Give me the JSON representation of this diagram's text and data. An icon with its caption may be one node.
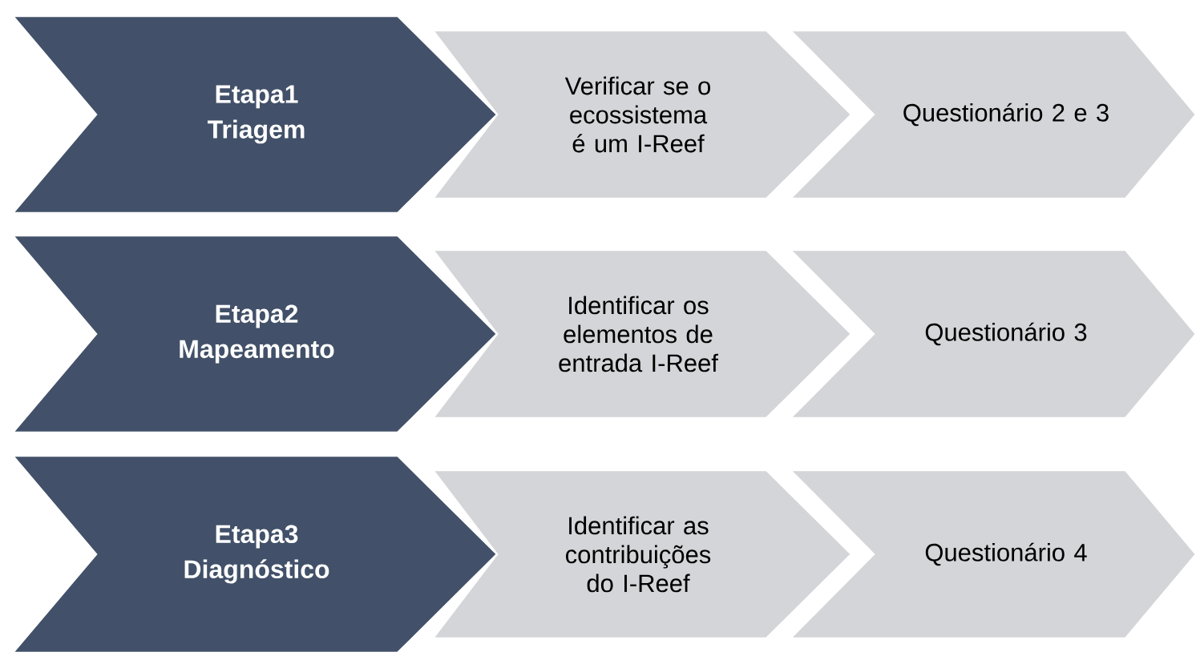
{
  "diagram": {
    "nodes": [
      {
        "text": [
          "Etapa1",
          "Triagem"
        ]
      },
      {
        "text": [
          "Verificar se o ecossistema é um I-Reef"
        ]
      },
      {
        "text": [
          "Questionário 2 e 3"
        ]
      },
      {
        "text": [
          "Etapa2",
          "Mapeamento"
        ]
      },
      {
        "text": [
          "Identificar os elementos de entrada I-Reef"
        ]
      },
      {
        "text": [
          "Questionário 3"
        ]
      },
      {
        "text": [
          "Etapa3",
          "Diagnóstico"
        ]
      },
      {
        "text": [
          "Identificar as contribuições do I-Reef"
        ]
      },
      {
        "text": [
          "Questionário 4"
        ]
      }
    ]
  }
}
